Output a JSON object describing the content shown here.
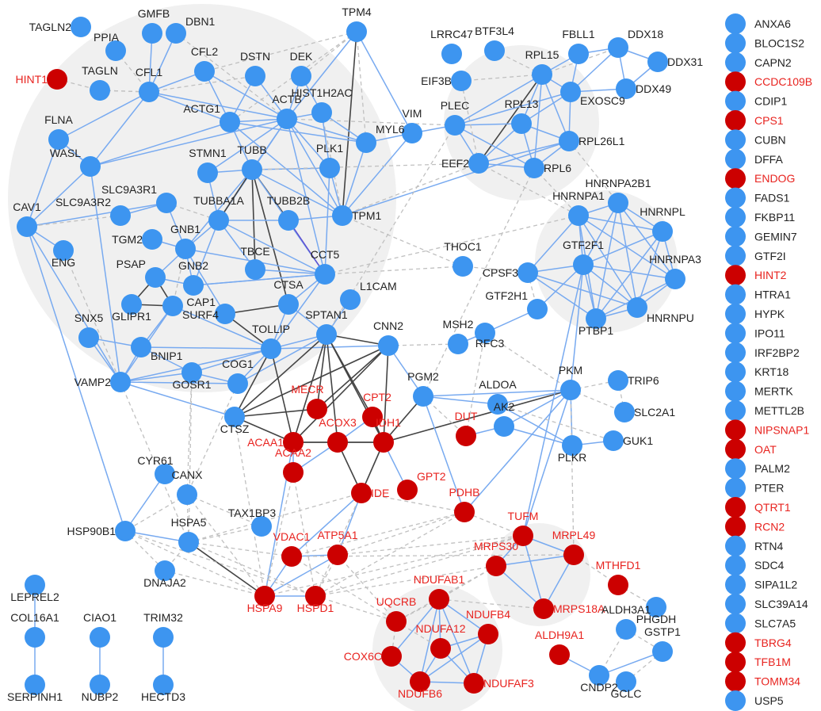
{
  "colors": {
    "blue": "#3d95f0",
    "red": "#cc0000",
    "red_label": "#e8231f",
    "black_label": "#222222",
    "edge_blue": "#78aaf0",
    "edge_dark": "#444444",
    "edge_gray": "#c0c0c0",
    "edge_purple": "#5e4fd0",
    "cluster_fill": "#f0f0f0"
  },
  "nodes": [
    {
      "id": "TAGLN2",
      "color": "blue"
    },
    {
      "id": "PPIA",
      "color": "blue"
    },
    {
      "id": "GMFB",
      "color": "blue"
    },
    {
      "id": "DBN1",
      "color": "blue"
    },
    {
      "id": "HINT1",
      "color": "red"
    },
    {
      "id": "TAGLN",
      "color": "blue"
    },
    {
      "id": "CFL1",
      "color": "blue"
    },
    {
      "id": "CFL2",
      "color": "blue"
    },
    {
      "id": "DSTN",
      "color": "blue"
    },
    {
      "id": "DEK",
      "color": "blue"
    },
    {
      "id": "TPM4",
      "color": "blue"
    },
    {
      "id": "ACTB",
      "color": "blue"
    },
    {
      "id": "HIST1H2AC",
      "color": "blue"
    },
    {
      "id": "ACTG1",
      "color": "blue"
    },
    {
      "id": "MYL6",
      "color": "blue"
    },
    {
      "id": "VIM",
      "color": "blue"
    },
    {
      "id": "FLNA",
      "color": "blue"
    },
    {
      "id": "WASL",
      "color": "blue"
    },
    {
      "id": "STMN1",
      "color": "blue"
    },
    {
      "id": "TUBB",
      "color": "blue"
    },
    {
      "id": "PLK1",
      "color": "blue"
    },
    {
      "id": "SLC9A3R1",
      "color": "blue"
    },
    {
      "id": "SLC9A3R2",
      "color": "blue"
    },
    {
      "id": "TUBBA1A",
      "color": "blue"
    },
    {
      "id": "TUBB2B",
      "color": "blue"
    },
    {
      "id": "TPM1",
      "color": "blue"
    },
    {
      "id": "CAV1",
      "color": "blue"
    },
    {
      "id": "ENG",
      "color": "blue"
    },
    {
      "id": "TGM2",
      "color": "blue"
    },
    {
      "id": "GNB1",
      "color": "blue"
    },
    {
      "id": "TBCE",
      "color": "blue"
    },
    {
      "id": "CCT5",
      "color": "blue"
    },
    {
      "id": "PSAP",
      "color": "blue"
    },
    {
      "id": "GNB2",
      "color": "blue"
    },
    {
      "id": "CTSA",
      "color": "blue"
    },
    {
      "id": "CAP1",
      "color": "blue"
    },
    {
      "id": "GLIPR1",
      "color": "blue"
    },
    {
      "id": "SURF4",
      "color": "blue"
    },
    {
      "id": "SNX5",
      "color": "blue"
    },
    {
      "id": "TOLLIP",
      "color": "blue"
    },
    {
      "id": "SPTAN1",
      "color": "blue"
    },
    {
      "id": "L1CAM",
      "color": "blue"
    },
    {
      "id": "BNIP1",
      "color": "blue"
    },
    {
      "id": "CNN2",
      "color": "blue"
    },
    {
      "id": "COG1",
      "color": "blue"
    },
    {
      "id": "VAMP2",
      "color": "blue"
    },
    {
      "id": "GOSR1",
      "color": "blue"
    },
    {
      "id": "CTSZ",
      "color": "blue"
    },
    {
      "id": "MECR",
      "color": "red"
    },
    {
      "id": "CPT2",
      "color": "red"
    },
    {
      "id": "ACAA1",
      "color": "red"
    },
    {
      "id": "ACOX3",
      "color": "red"
    },
    {
      "id": "IDH1",
      "color": "red"
    },
    {
      "id": "ACAA2",
      "color": "red"
    },
    {
      "id": "GPT2",
      "color": "red"
    },
    {
      "id": "IDE",
      "color": "red"
    },
    {
      "id": "VDAC1",
      "color": "red"
    },
    {
      "id": "ATP5A1",
      "color": "red"
    },
    {
      "id": "HSPA9",
      "color": "red"
    },
    {
      "id": "HSPD1",
      "color": "red"
    },
    {
      "id": "CYR61",
      "color": "blue"
    },
    {
      "id": "CANX",
      "color": "blue"
    },
    {
      "id": "TAX1BP3",
      "color": "blue"
    },
    {
      "id": "HSP90B1",
      "color": "blue"
    },
    {
      "id": "HSPA5",
      "color": "blue"
    },
    {
      "id": "DNAJA2",
      "color": "blue"
    },
    {
      "id": "LEPREL2",
      "color": "blue"
    },
    {
      "id": "COL16A1",
      "color": "blue"
    },
    {
      "id": "SERPINH1",
      "color": "blue"
    },
    {
      "id": "CIAO1",
      "color": "blue"
    },
    {
      "id": "NUBP2",
      "color": "blue"
    },
    {
      "id": "TRIM32",
      "color": "blue"
    },
    {
      "id": "HECTD3",
      "color": "blue"
    },
    {
      "id": "LRRC47",
      "color": "blue"
    },
    {
      "id": "BTF3L4",
      "color": "blue"
    },
    {
      "id": "FBLL1",
      "color": "blue"
    },
    {
      "id": "DDX18",
      "color": "blue"
    },
    {
      "id": "DDX31",
      "color": "blue"
    },
    {
      "id": "EIF3B",
      "color": "blue"
    },
    {
      "id": "RPL15",
      "color": "blue"
    },
    {
      "id": "DDX49",
      "color": "blue"
    },
    {
      "id": "EXOSC9",
      "color": "blue"
    },
    {
      "id": "PLEC",
      "color": "blue"
    },
    {
      "id": "RPL13",
      "color": "blue"
    },
    {
      "id": "RPL26L1",
      "color": "blue"
    },
    {
      "id": "EEF2",
      "color": "blue"
    },
    {
      "id": "RPL6",
      "color": "blue"
    },
    {
      "id": "HNRNPA2B1",
      "color": "blue"
    },
    {
      "id": "HNRNPA1",
      "color": "blue"
    },
    {
      "id": "HNRNPL",
      "color": "blue"
    },
    {
      "id": "THOC1",
      "color": "blue"
    },
    {
      "id": "CPSF3",
      "color": "blue"
    },
    {
      "id": "GTF2F1",
      "color": "blue"
    },
    {
      "id": "HNRNPA3",
      "color": "blue"
    },
    {
      "id": "GTF2H1",
      "color": "blue"
    },
    {
      "id": "HNRNPU",
      "color": "blue"
    },
    {
      "id": "PTBP1",
      "color": "blue"
    },
    {
      "id": "MSH2",
      "color": "blue"
    },
    {
      "id": "RFC3",
      "color": "blue"
    },
    {
      "id": "PGM2",
      "color": "blue"
    },
    {
      "id": "ALDOA",
      "color": "blue"
    },
    {
      "id": "PKM",
      "color": "blue"
    },
    {
      "id": "TRIP6",
      "color": "blue"
    },
    {
      "id": "SLC2A1",
      "color": "blue"
    },
    {
      "id": "DUT",
      "color": "red"
    },
    {
      "id": "AK2",
      "color": "blue"
    },
    {
      "id": "PLKR",
      "color": "blue"
    },
    {
      "id": "GUK1",
      "color": "blue"
    },
    {
      "id": "PDHB",
      "color": "red"
    },
    {
      "id": "TUFM",
      "color": "red"
    },
    {
      "id": "MRPL49",
      "color": "red"
    },
    {
      "id": "MTHFD1",
      "color": "red"
    },
    {
      "id": "MRPS30",
      "color": "red"
    },
    {
      "id": "MRPS18A",
      "color": "red"
    },
    {
      "id": "PHGDH",
      "color": "blue"
    },
    {
      "id": "UQCRB",
      "color": "red"
    },
    {
      "id": "NDUFAB1",
      "color": "red"
    },
    {
      "id": "NDUFB4",
      "color": "red"
    },
    {
      "id": "NDUFA12",
      "color": "red"
    },
    {
      "id": "COX6C",
      "color": "red"
    },
    {
      "id": "NDUFB6",
      "color": "red"
    },
    {
      "id": "NDUFAF3",
      "color": "red"
    },
    {
      "id": "ALDH3A1",
      "color": "blue"
    },
    {
      "id": "ALDH9A1",
      "color": "red"
    },
    {
      "id": "GSTP1",
      "color": "blue"
    },
    {
      "id": "CNDP2",
      "color": "blue"
    },
    {
      "id": "GCLC",
      "color": "blue"
    }
  ],
  "singletons": [
    {
      "label": "ANXA6",
      "color": "blue"
    },
    {
      "label": "BLOC1S2",
      "color": "blue"
    },
    {
      "label": "CAPN2",
      "color": "blue"
    },
    {
      "label": "CCDC109B",
      "color": "red"
    },
    {
      "label": "CDIP1",
      "color": "blue"
    },
    {
      "label": "CPS1",
      "color": "red"
    },
    {
      "label": "CUBN",
      "color": "blue"
    },
    {
      "label": "DFFA",
      "color": "blue"
    },
    {
      "label": "ENDOG",
      "color": "red"
    },
    {
      "label": "FADS1",
      "color": "blue"
    },
    {
      "label": "FKBP11",
      "color": "blue"
    },
    {
      "label": "GEMIN7",
      "color": "blue"
    },
    {
      "label": "GTF2I",
      "color": "blue"
    },
    {
      "label": "HINT2",
      "color": "red"
    },
    {
      "label": "HTRA1",
      "color": "blue"
    },
    {
      "label": "HYPK",
      "color": "blue"
    },
    {
      "label": "IPO11",
      "color": "blue"
    },
    {
      "label": "IRF2BP2",
      "color": "blue"
    },
    {
      "label": "KRT18",
      "color": "blue"
    },
    {
      "label": "MERTK",
      "color": "blue"
    },
    {
      "label": "METTL2B",
      "color": "blue"
    },
    {
      "label": "NIPSNAP1",
      "color": "red"
    },
    {
      "label": "OAT",
      "color": "red"
    },
    {
      "label": "PALM2",
      "color": "blue"
    },
    {
      "label": "PTER",
      "color": "blue"
    },
    {
      "label": "QTRT1",
      "color": "red"
    },
    {
      "label": "RCN2",
      "color": "red"
    },
    {
      "label": "RTN4",
      "color": "blue"
    },
    {
      "label": "SDC4",
      "color": "blue"
    },
    {
      "label": "SIPA1L2",
      "color": "blue"
    },
    {
      "label": "SLC39A14",
      "color": "blue"
    },
    {
      "label": "SLC7A5",
      "color": "blue"
    },
    {
      "label": "TBRG4",
      "color": "red"
    },
    {
      "label": "TFB1M",
      "color": "red"
    },
    {
      "label": "TOMM34",
      "color": "red"
    },
    {
      "label": "USP5",
      "color": "blue"
    }
  ]
}
